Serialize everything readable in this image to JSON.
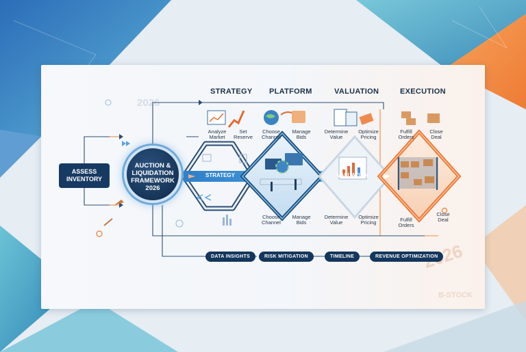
{
  "diagram": {
    "center_label": "AUCTION & LIQUIDATION FRAMEWORK 2026",
    "start_label": "ASSESS INVENTORY",
    "stages": [
      {
        "title": "STRATEGY",
        "band_label": "STRATEGY",
        "top_steps": [
          "Analyze Market",
          "Set Reserve"
        ],
        "bottom_steps": []
      },
      {
        "title": "PLATFORM",
        "band_label": "",
        "top_steps": [
          "Choose Channel",
          "Manage Bids"
        ],
        "bottom_steps": [
          "Choose Channel",
          "Manage Bids"
        ]
      },
      {
        "title": "VALUATION",
        "band_label": "VALUATION",
        "top_steps": [
          "Determine Value",
          "Optimize Pricing"
        ],
        "bottom_steps": [
          "Determine Value",
          "Optimize Pricing"
        ]
      },
      {
        "title": "EXECUTION",
        "band_label": "",
        "top_steps": [
          "Fulfill Orders",
          "Close Deal"
        ],
        "bottom_steps": [
          "Fulfill Orders",
          "Close Deal"
        ]
      }
    ],
    "pillars": [
      "DATA INSIGHTS",
      "RISK MITIGATION",
      "TIMELINE",
      "REVENUE OPTIMIZATION"
    ],
    "watermarks": [
      "2026",
      "2026",
      "B-STOCK"
    ]
  },
  "colors": {
    "navy": "#173a62",
    "blue_accent": "#3d8fd6",
    "orange_accent": "#f07a3a",
    "background_blue": "#2f78c4",
    "background_orange": "#f29a55"
  }
}
